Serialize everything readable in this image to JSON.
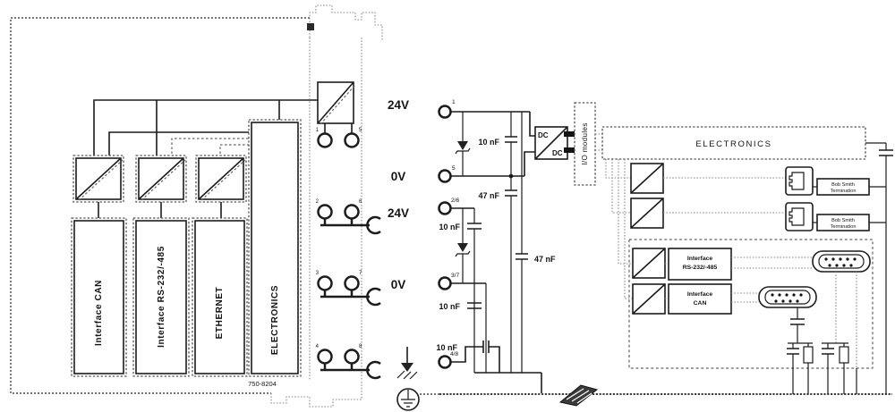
{
  "part_number": "750-8204",
  "left_blocks": {
    "interface_can": "Interface CAN",
    "interface_rs": "Interface RS-232/-485",
    "ethernet": "ETHERNET",
    "electronics": "ELECTRONICS"
  },
  "module": {
    "terminal_numbers": [
      "1",
      "5",
      "2",
      "6",
      "3",
      "7",
      "4",
      "8"
    ]
  },
  "field": {
    "labels": [
      "24V",
      "0V",
      "24V",
      "0V"
    ]
  },
  "supply": {
    "terminals": [
      "1",
      "5",
      "2/6",
      "3/7",
      "4/8"
    ],
    "cap_10nf": "10 nF",
    "cap_47nf": "47 nF",
    "dc_top": "DC",
    "dc_bottom": "DC",
    "io_modules": "I/O modules"
  },
  "right": {
    "electronics": "ELECTRONICS",
    "bob_smith_line1": "Bob Smith",
    "bob_smith_line2": "Termination",
    "iface_rs_line1": "Interface",
    "iface_rs_line2": "RS-232/-485",
    "iface_can_line1": "Interface",
    "iface_can_line2": "CAN"
  }
}
